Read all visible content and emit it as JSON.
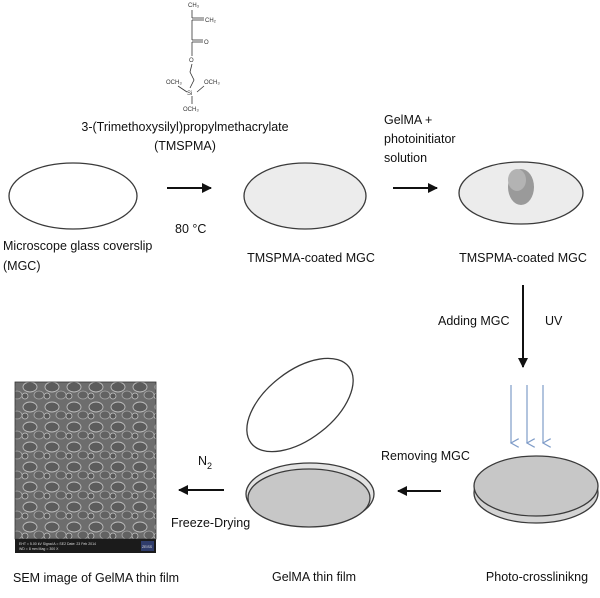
{
  "molecule": {
    "name_line1": "3-(Trimethoxysilyl)propylmethacrylate",
    "name_line2": "(TMSPMA)",
    "atoms": {
      "ch3_top": "CH₃",
      "ch2": "CH₂",
      "o": "O",
      "si": "Si",
      "och3": "OCH₃"
    }
  },
  "steps": {
    "mgc_label_1": "Microscope glass coverslip",
    "mgc_label_2": "(MGC)",
    "temperature": "80 °C",
    "coated_label_1": "TMSPMA-coated MGC",
    "gelma_label_1": "GelMA +",
    "gelma_label_2": "photoinitiator",
    "gelma_label_3": "solution",
    "coated_label_2": "TMSPMA-coated MGC",
    "adding_mgc": "Adding MGC",
    "uv": "UV",
    "photo_label": "Photo-crosslinikng",
    "removing_mgc": "Removing MGC",
    "film_label": "GelMA  thin film",
    "n2_main": "N",
    "n2_sub": "2",
    "freeze_drying": "Freeze-Drying",
    "sem_label": "SEM image of GelMA thin film"
  },
  "sem_info": {
    "line1": "EHT = 5.00 kV   Signal A = SE2   Date: 23 Feb 2014",
    "line2": "WD = 8 mm        Mag = 300 X",
    "brand": "ZEISS"
  },
  "colors": {
    "outline": "#3a3a3a",
    "coated_fill": "#ececec",
    "gel_fill": "#c7c7c7",
    "droplet": "#8e8e8e",
    "uv_arrow": "#7f9cc8",
    "sem_bg": "#6d6d6d"
  }
}
